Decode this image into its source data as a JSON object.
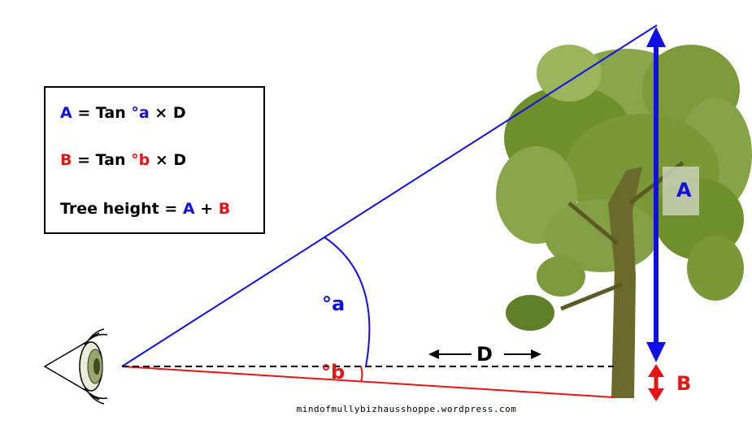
{
  "formulas": {
    "line1": {
      "var": "A",
      "eq": " = Tan ",
      "angle": "°a",
      "rest": " × D"
    },
    "line2": {
      "var": "B",
      "eq": " = Tan ",
      "angle": "°b",
      "rest": " × D"
    },
    "line3": {
      "prefix": "Tree height = ",
      "a": "A",
      "plus": " + ",
      "b": "B"
    }
  },
  "labels": {
    "angle_a": "°a",
    "angle_b": "°b",
    "distance": "D",
    "height_a": "A",
    "height_b": "B"
  },
  "credit": "mindofmullybizhausshoppe.wordpress.com",
  "colors": {
    "upper": "#1010e6",
    "lower": "#e61515",
    "foliage": "#6f8f2c",
    "trunk": "#6b6a2a"
  }
}
